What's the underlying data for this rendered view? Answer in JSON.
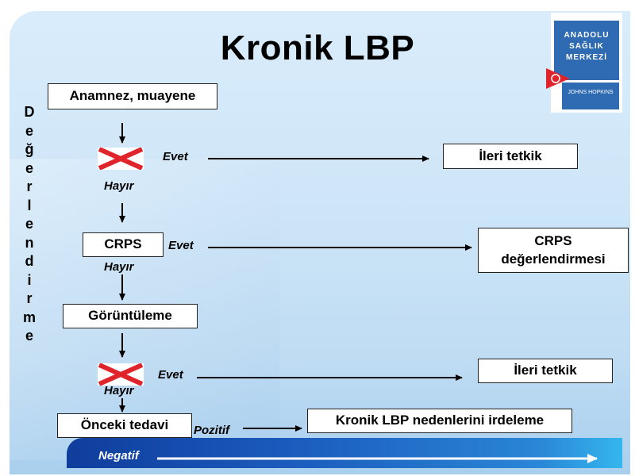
{
  "title": "Kronik LBP",
  "side_label_letters": [
    "D",
    "e",
    "ğ",
    "e",
    "r",
    "l",
    "e",
    "n",
    "d",
    "i",
    "r",
    "m",
    "e"
  ],
  "logo": {
    "lines": [
      "ANADOLU",
      "SAĞLIK",
      "MERKEZİ"
    ],
    "affiliation": "JOHNS HOPKINS"
  },
  "nodes": {
    "anamnez": "Anamnez, muayene",
    "crps": "CRPS",
    "goruntuleme": "Görüntüleme",
    "onceki_tedavi": "Önceki tedavi",
    "ileri_tetkik_1": "İleri tetkik",
    "crps_degerlendirmesi_l1": "CRPS",
    "crps_degerlendirmesi_l2": "değerlendirmesi",
    "ileri_tetkik_2": "İleri tetkik",
    "kronik_irdeleme": "Kronik LBP nedenlerini irdeleme"
  },
  "edge_labels": {
    "evet_1": "Evet",
    "hayir_1": "Hayır",
    "evet_2": "Evet",
    "hayir_2": "Hayır",
    "evet_3": "Evet",
    "hayir_3": "Hayır",
    "pozitif": "Pozitif",
    "negatif": "Negatif"
  },
  "colors": {
    "bar_dark": "#0f3d9c",
    "bar_light": "#35b6ee",
    "x_mark": "#e0242c",
    "logo_blue": "#2e6bb2"
  }
}
